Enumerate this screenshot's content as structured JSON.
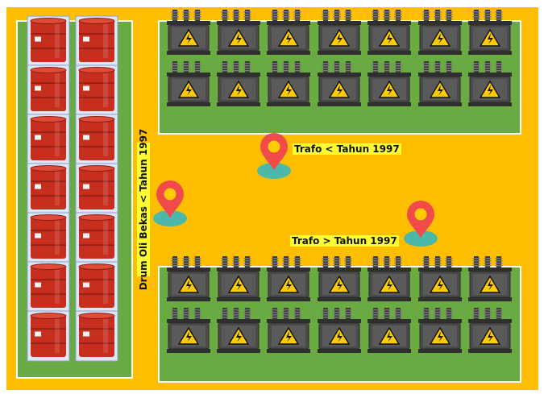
{
  "labels": {
    "trafo_old": "Trafo < Tahun 1997",
    "trafo_new": "Trafo > Tahun 1997",
    "drum": "Drum Oli Bekas < Tahun 1997"
  },
  "counts": {
    "drum_columns": 2,
    "drum_rows": 7,
    "transformer_columns": 7,
    "transformer_rows_per_zone": 2
  },
  "colors": {
    "yard": "#ffbf00",
    "zone": "#6aaa42",
    "drum": "#c62f1e",
    "transformer_body": "#4a4a4a",
    "warning_sign": "#ffcc00",
    "pin": "#f04a4a",
    "pin_shadow": "#4bb8a9",
    "label_bg": "#ffff33"
  },
  "icons": {
    "drum": "oil-drum-icon",
    "transformer": "transformer-icon",
    "pin": "map-pin-icon"
  }
}
